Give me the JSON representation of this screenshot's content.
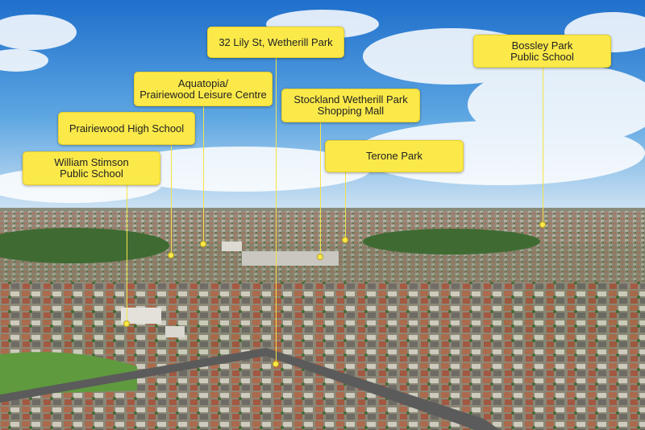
{
  "labels": {
    "lily_st": {
      "lines": [
        "32 Lily St, Wetherill Park"
      ]
    },
    "aquatopia": {
      "lines": [
        "Aquatopia/",
        "Prairiewood Leisure Centre"
      ]
    },
    "stockland": {
      "lines": [
        "Stockland Wetherill Park",
        "Shopping Mall"
      ]
    },
    "prairiewood_high": {
      "lines": [
        "Prairiewood High School"
      ]
    },
    "william_stimson": {
      "lines": [
        "William Stimson",
        "Public School"
      ]
    },
    "terone_park": {
      "lines": [
        "Terone Park"
      ]
    },
    "bossley_park": {
      "lines": [
        "Bossley Park",
        "Public School"
      ]
    }
  },
  "colors": {
    "label_fill": "#fbe94a",
    "sky_top": "#1f6fcc",
    "sky_horizon": "#cfe3f3",
    "suburb_roofs": "#b26a4c",
    "trees": "#3f6b32"
  }
}
